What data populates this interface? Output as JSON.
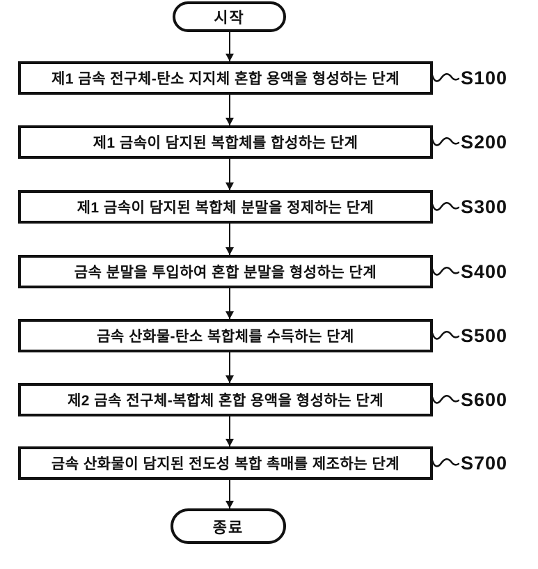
{
  "figure": {
    "start_label": "시작",
    "end_label": "종료",
    "steps": [
      {
        "text": "제1 금속 전구체-탄소 지지체 혼합 용액을 형성하는 단계",
        "code": "S100"
      },
      {
        "text": "제1 금속이 담지된 복합체를 합성하는 단계",
        "code": "S200"
      },
      {
        "text": "제1 금속이 담지된 복합체 분말을 정제하는 단계",
        "code": "S300"
      },
      {
        "text": "금속 분말을 투입하여 혼합 분말을 형성하는 단계",
        "code": "S400"
      },
      {
        "text": "금속 산화물-탄소 복합체를 수득하는 단계",
        "code": "S500"
      },
      {
        "text": "제2 금속 전구체-복합체 혼합 용액을 형성하는 단계",
        "code": "S600"
      },
      {
        "text": "금속 산화물이 담지된 전도성 복합 촉매를 제조하는 단계",
        "code": "S700"
      }
    ],
    "colors": {
      "line": "#111111",
      "box_bg": "#ffffff"
    }
  }
}
